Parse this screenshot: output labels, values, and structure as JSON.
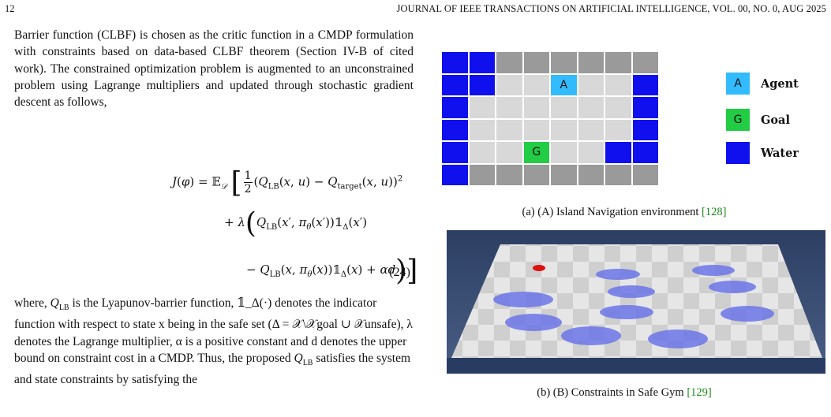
{
  "header": {
    "page_number": "12",
    "journal": "JOURNAL OF IEEE TRANSACTIONS ON ARTIFICIAL INTELLIGENCE, VOL. 00, NO. 0, AUG 2025"
  },
  "left": {
    "para1": "Barrier function (CLBF) is chosen as the critic function in a CMDP formulation with constraints based on data-based CLBF theorem (Section IV-B of cited work). The constrained optimization problem is augmented to an unconstrained problem using Lagrange multipliers and updated through stochastic gradient descent as follows,",
    "equation_number": "(24)",
    "para2_pre": "where, ",
    "para2_text": " is the Lyapunov-barrier function, 𝟙_Δ(·) denotes the indicator function with respect to state x being in the safe set (Δ = 𝒳\\𝒳goal ∪ 𝒳unsafe), λ denotes the Lagrange multiplier, α is a positive constant and d denotes the upper bound on constraint cost in a CMDP. Thus, the proposed ",
    "para2_tail": " satisfies the system and state constraints by satisfying the"
  },
  "figure_a": {
    "grid": [
      [
        "water",
        "water",
        "wall",
        "wall",
        "wall",
        "wall",
        "wall",
        "wall"
      ],
      [
        "water",
        "water",
        "floor",
        "floor",
        "agent",
        "floor",
        "floor",
        "water"
      ],
      [
        "water",
        "floor",
        "floor",
        "floor",
        "floor",
        "floor",
        "floor",
        "water"
      ],
      [
        "water",
        "floor",
        "floor",
        "floor",
        "floor",
        "floor",
        "floor",
        "water"
      ],
      [
        "water",
        "floor",
        "floor",
        "goal",
        "floor",
        "floor",
        "water",
        "water"
      ],
      [
        "water",
        "wall",
        "wall",
        "wall",
        "wall",
        "wall",
        "wall",
        "wall"
      ]
    ],
    "agent_symbol": "A",
    "goal_symbol": "G",
    "legend": [
      {
        "symbol": "A",
        "label": "Agent",
        "color": "#33bbff"
      },
      {
        "symbol": "G",
        "label": "Goal",
        "color": "#22cc44"
      },
      {
        "symbol": "",
        "label": "Water",
        "color": "#1010ee"
      }
    ],
    "caption": "(a) (A) Island Navigation environment ",
    "caption_ref": "[128]"
  },
  "figure_b": {
    "caption": "(b) (B) Constraints in Safe Gym ",
    "caption_ref": "[129]"
  }
}
